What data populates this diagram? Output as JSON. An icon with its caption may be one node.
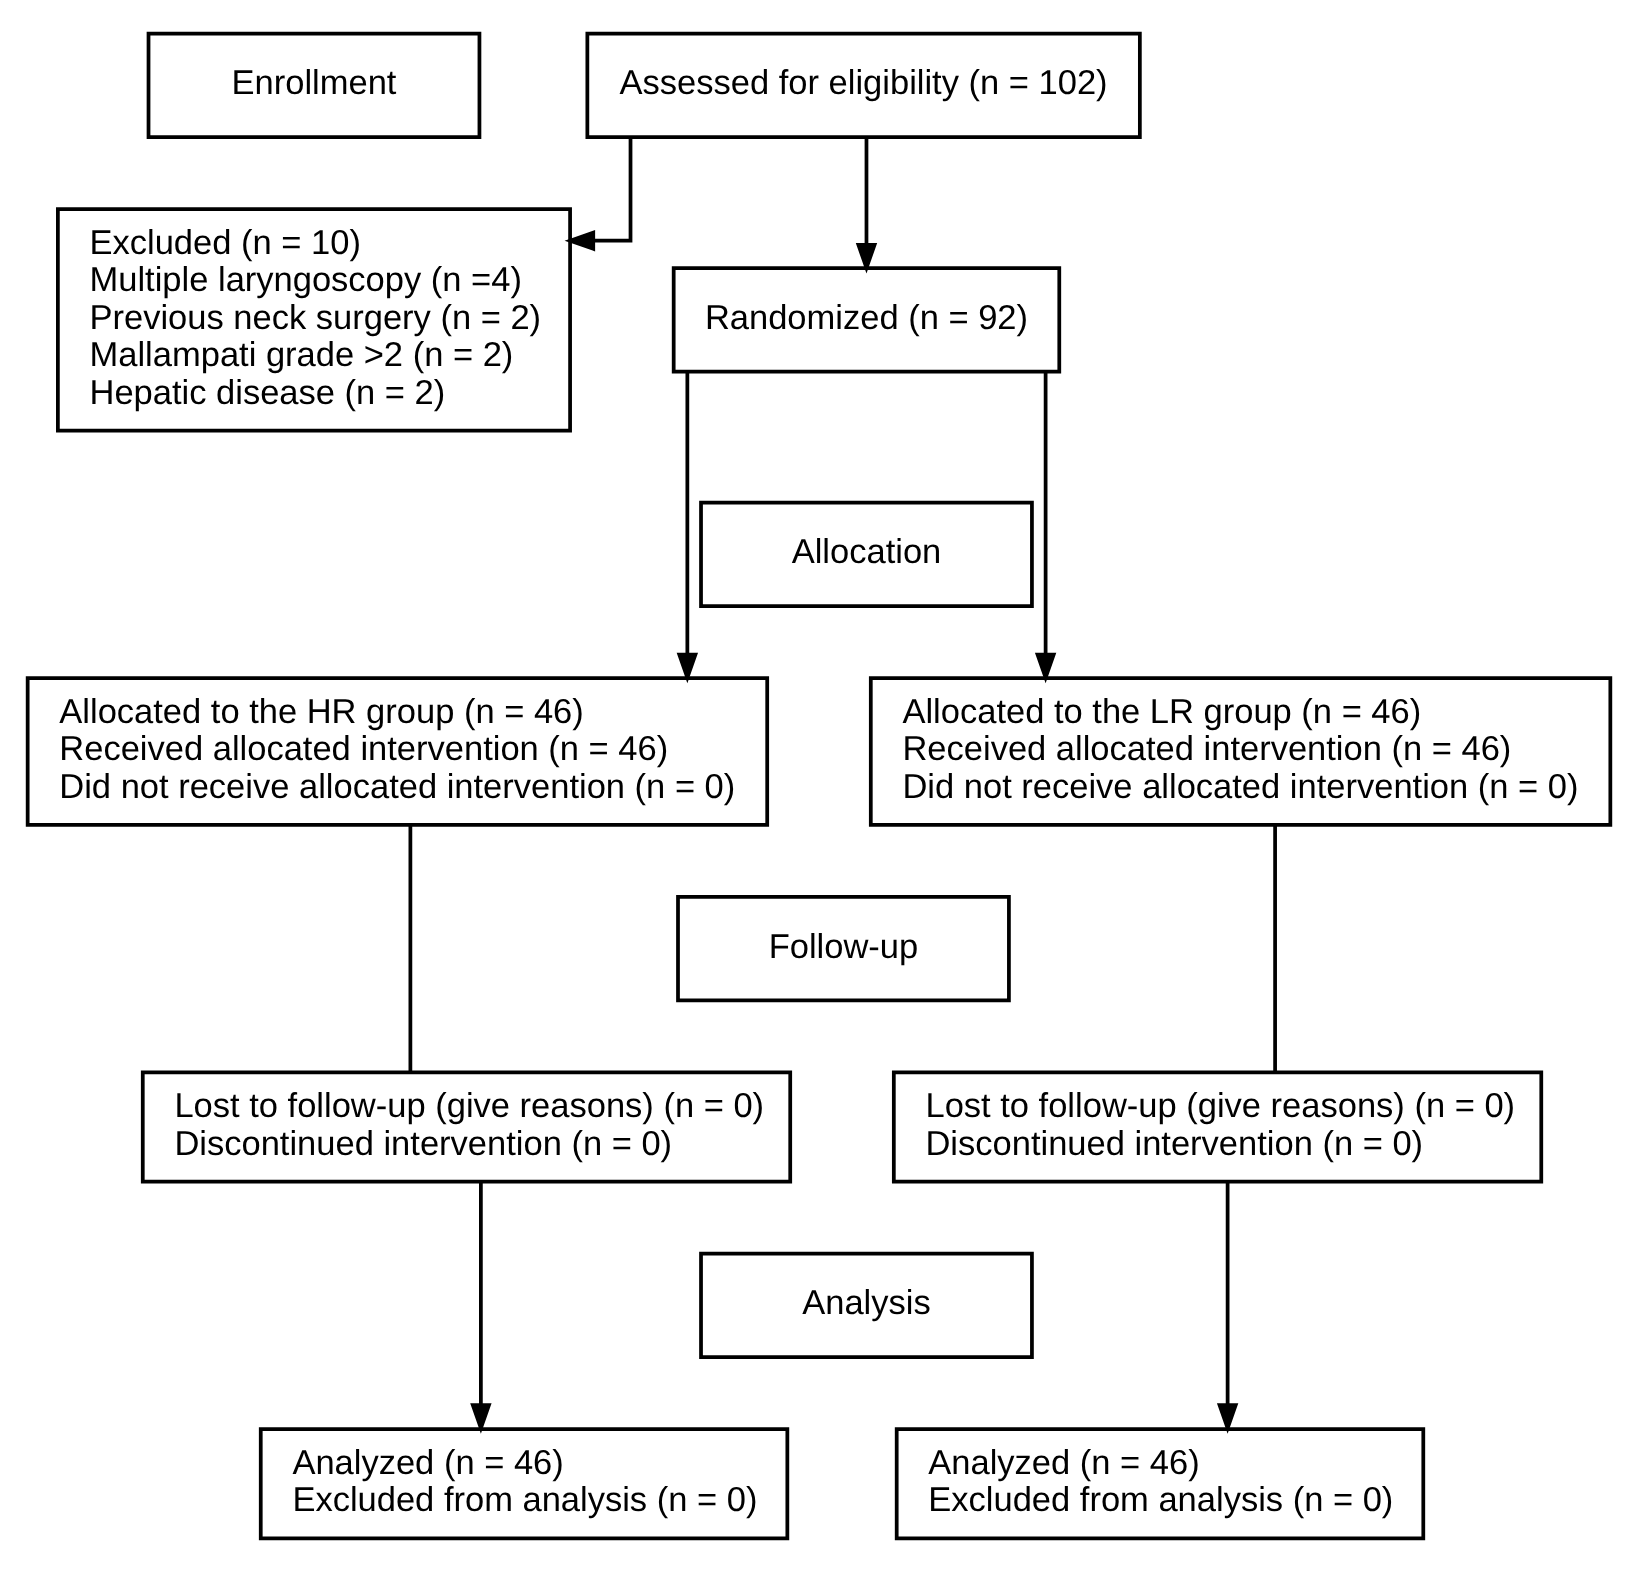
{
  "diagram": {
    "nodes": [
      {
        "text": [
          "Enrollment"
        ]
      },
      {
        "text": [
          "Assessed for eligibility (n = 102)"
        ]
      },
      {
        "text": [
          "Excluded (n = 10)",
          "Multiple laryngoscopy (n =4)",
          "Previous neck surgery (n = 2)",
          "Mallampati grade >2 (n = 2)",
          "Hepatic disease (n = 2)"
        ]
      },
      {
        "text": [
          "Randomized (n = 92)"
        ]
      },
      {
        "text": [
          "Allocation"
        ]
      },
      {
        "text": [
          "Allocated to the HR group (n = 46)",
          "Received allocated intervention (n = 46)",
          "Did not receive allocated intervention (n = 0)"
        ]
      },
      {
        "text": [
          "Allocated to the LR group (n = 46)",
          "Received allocated intervention (n = 46)",
          "Did not receive allocated intervention (n = 0)"
        ]
      },
      {
        "text": [
          "Follow-up"
        ]
      },
      {
        "text": [
          "Lost to follow-up (give reasons) (n = 0)",
          "Discontinued intervention (n = 0)"
        ]
      },
      {
        "text": [
          "Lost to follow-up (give reasons) (n = 0)",
          "Discontinued intervention (n = 0)"
        ]
      },
      {
        "text": [
          "Analysis"
        ]
      },
      {
        "text": [
          "Analyzed (n = 46)",
          "Excluded from analysis (n = 0)"
        ]
      },
      {
        "text": [
          "Analyzed (n = 46)",
          "Excluded from analysis (n = 0)"
        ]
      }
    ],
    "edges": [
      {
        "from": 1,
        "to": 2,
        "arrow": "to"
      },
      {
        "from": 1,
        "to": 3,
        "arrow": "to"
      },
      {
        "from": 3,
        "to": 5,
        "arrow": "to"
      },
      {
        "from": 3,
        "to": 6,
        "arrow": "to"
      },
      {
        "from": 5,
        "to": 8,
        "arrow": "none"
      },
      {
        "from": 6,
        "to": 9,
        "arrow": "none"
      },
      {
        "from": 8,
        "to": 11,
        "arrow": "to"
      },
      {
        "from": 9,
        "to": 12,
        "arrow": "to"
      }
    ]
  }
}
